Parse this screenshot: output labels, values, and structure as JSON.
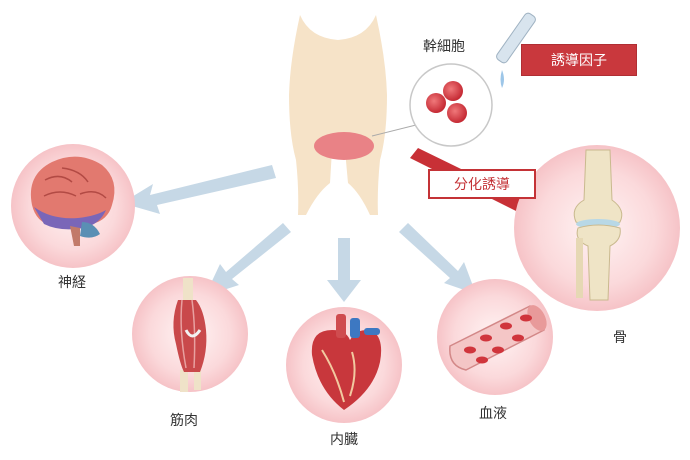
{
  "labels": {
    "stem_cell": "幹細胞",
    "induction_factor": "誘導因子",
    "differentiation": "分化誘導",
    "nerve": "神経",
    "muscle": "筋肉",
    "organ": "内臓",
    "blood": "血液",
    "bone": "骨"
  },
  "colors": {
    "body": "#f6e3c8",
    "circle_fill": "#fbd7d9",
    "arrow": "#c6d8e6",
    "accent": "#c9383d"
  },
  "icons": [
    "body-silhouette",
    "stem-cell-icon",
    "dropper-icon",
    "brain-icon",
    "muscle-icon",
    "heart-icon",
    "blood-vessel-icon",
    "knee-bone-icon"
  ]
}
